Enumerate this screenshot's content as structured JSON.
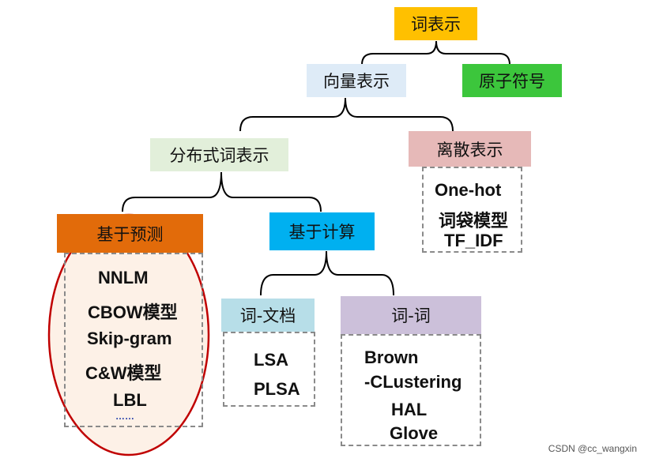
{
  "nodes": {
    "root": {
      "label": "词表示",
      "color": "#ffc000"
    },
    "vector": {
      "label": "向量表示",
      "color": "#deebf7"
    },
    "atomic": {
      "label": "原子符号",
      "color": "#3cc63c"
    },
    "distributed": {
      "label": "分布式词表示",
      "color": "#e2efda"
    },
    "discrete": {
      "label": "离散表示",
      "color": "#e6b9b8"
    },
    "prediction": {
      "label": "基于预测",
      "color": "#e26b0a"
    },
    "counting": {
      "label": "基于计算",
      "color": "#00b0f0"
    },
    "word_doc": {
      "label": "词-文档",
      "color": "#b7dee8"
    },
    "word_word": {
      "label": "词-词",
      "color": "#ccc0da"
    }
  },
  "lists": {
    "discrete_items": [
      "One-hot",
      "词袋模型",
      "TF_IDF"
    ],
    "prediction_items": [
      "NNLM",
      "CBOW模型",
      "Skip-gram",
      "C&W模型",
      "LBL",
      "……"
    ],
    "word_doc_items": [
      "LSA",
      "PLSA"
    ],
    "word_word_items": [
      "Brown",
      "-CLustering",
      "HAL",
      "Glove"
    ]
  },
  "highlight": {
    "ellipse_color": "#c00000",
    "fill": "#fdf1e7"
  },
  "watermark": "CSDN @cc_wangxin"
}
